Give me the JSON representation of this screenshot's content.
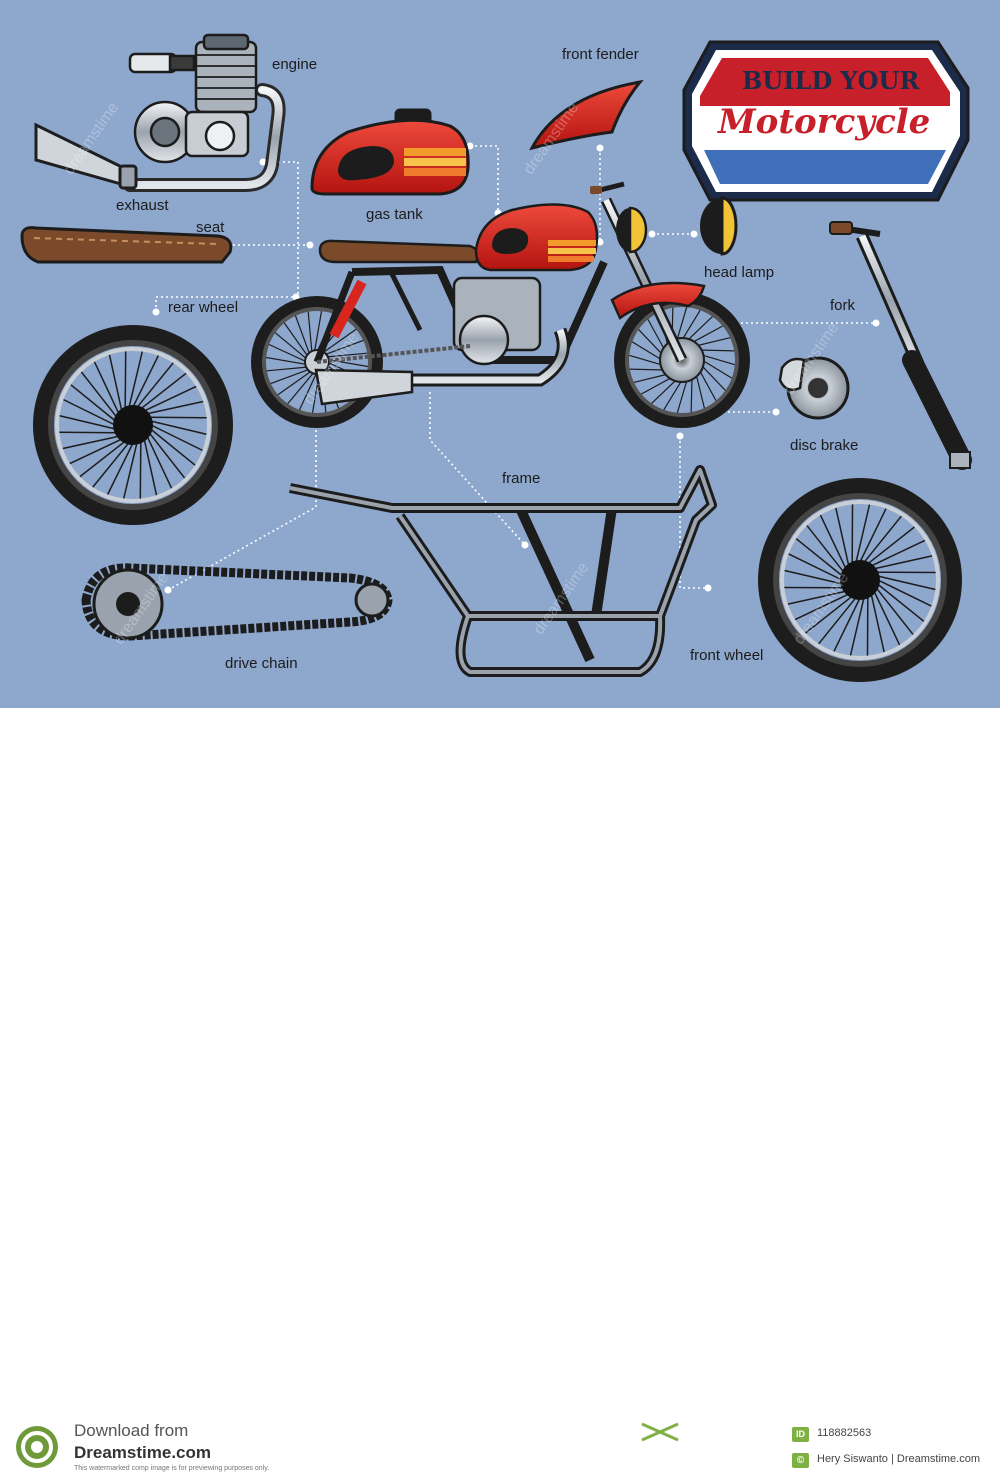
{
  "badge": {
    "line1": "BUILD YOUR",
    "line2": "Motorcycle"
  },
  "parts": {
    "engine": "engine",
    "exhaust": "exhaust",
    "gas_tank": "gas tank",
    "seat": "seat",
    "rear_wheel": "rear wheel",
    "front_fender": "front fender",
    "head_lamp": "head lamp",
    "fork": "fork",
    "disc_brake": "disc brake",
    "frame": "frame",
    "drive_chain": "drive chain",
    "front_wheel": "front wheel"
  },
  "watermark": "dreamstime",
  "footer": {
    "download_from": "Download from",
    "site": "Dreamstime.com",
    "note": "This watermarked comp image is for previewing purposes only.",
    "id_badge": "ID",
    "image_id": "118882563",
    "credit_badge": "©",
    "credit": "Hery  Siswanto | Dreamstime.com"
  },
  "colors": {
    "background": "#8ea7cd",
    "tank_red": "#d8261f",
    "badge_red": "#c8202a",
    "badge_blue": "#3e6fb8",
    "chrome": "#c9cfd6",
    "leader_line": "#ffffff",
    "id_green": "#7fb044"
  }
}
